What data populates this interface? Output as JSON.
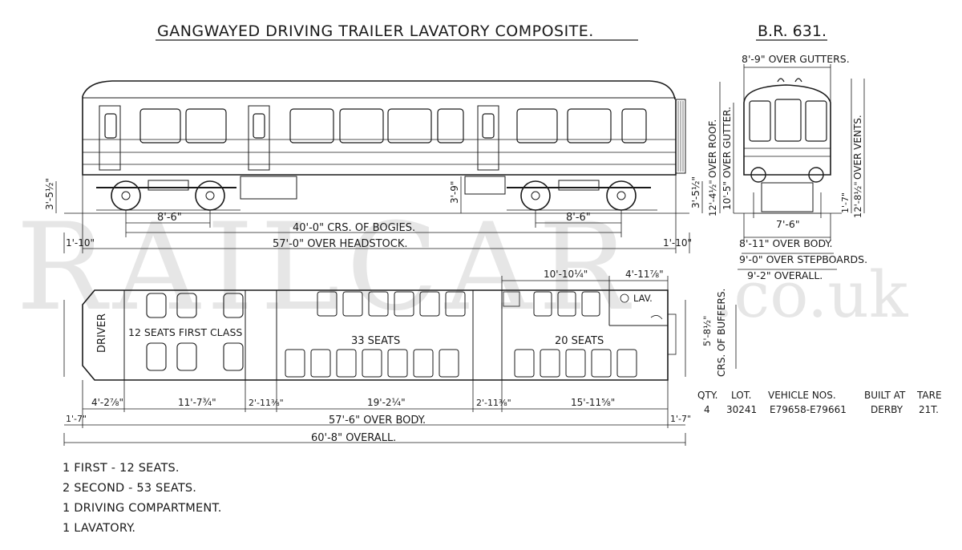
{
  "title": "GANGWAYED DRIVING TRAILER LAVATORY COMPOSITE.",
  "diagram_no": "B.R. 631.",
  "watermark": {
    "main": "RAILCAR",
    "suffix": ".co.uk"
  },
  "side_elevation": {
    "dims": {
      "bogie_left": "8'-6\"",
      "bogie_right": "8'-6\"",
      "crs_bogies": "40'-0\" CRS. OF BOGIES.",
      "over_headstock": "57'-0\" OVER HEADSTOCK.",
      "end_left": "1'-10\"",
      "end_right": "1'-10\"",
      "height_left": "3'-5½\"",
      "height_mid": "3'-9\"",
      "height_right": "3'-5½\""
    }
  },
  "end_elevation": {
    "dims": {
      "over_gutters": "8'-9\" OVER GUTTERS.",
      "over_roof": "OVER ROOF.",
      "over_roof_value": "12'-4½\"",
      "over_gutter": "10'-5\" OVER GUTTER.",
      "over_vents": "OVER VENTS.",
      "over_vents_value": "12'-8½\"",
      "step": "1'-7\"",
      "bogie_track": "7'-6\"",
      "over_body": "8'-11\" OVER BODY.",
      "over_stepboards": "9'-0\" OVER STEPBOARDS.",
      "overall": "9'-2\" OVERALL."
    }
  },
  "plan": {
    "labels": {
      "driver": "DRIVER",
      "first": "12 SEATS FIRST CLASS",
      "second_a": "33 SEATS",
      "second_b": "20 SEATS",
      "lav": "LAV."
    },
    "dims": {
      "d1": "4'-2⅞\"",
      "d2": "11'-7¾\"",
      "d3": "2'-11⅜\"",
      "d4": "19'-2¼\"",
      "d5": "2'-11⅜\"",
      "d6": "15'-11⅝\"",
      "top1": "10'-10¼\"",
      "top2": "4'-11⅞\"",
      "over_body": "57'-6\" OVER BODY.",
      "overall": "60'-8\" OVERALL.",
      "end_left": "1'-7\"",
      "end_right": "1'-7\"",
      "crs_buffers": "CRS. OF BUFFERS.",
      "crs_buffers_value": "5'-8½\""
    }
  },
  "lot_table": {
    "headers": [
      "QTY.",
      "LOT.",
      "VEHICLE NOS.",
      "BUILT AT",
      "TARE"
    ],
    "row": [
      "4",
      "30241",
      "E79658-E79661",
      "DERBY",
      "21T."
    ]
  },
  "notes": [
    "1 FIRST - 12 SEATS.",
    "2 SECOND - 53 SEATS.",
    "1 DRIVING COMPARTMENT.",
    "1 LAVATORY."
  ]
}
